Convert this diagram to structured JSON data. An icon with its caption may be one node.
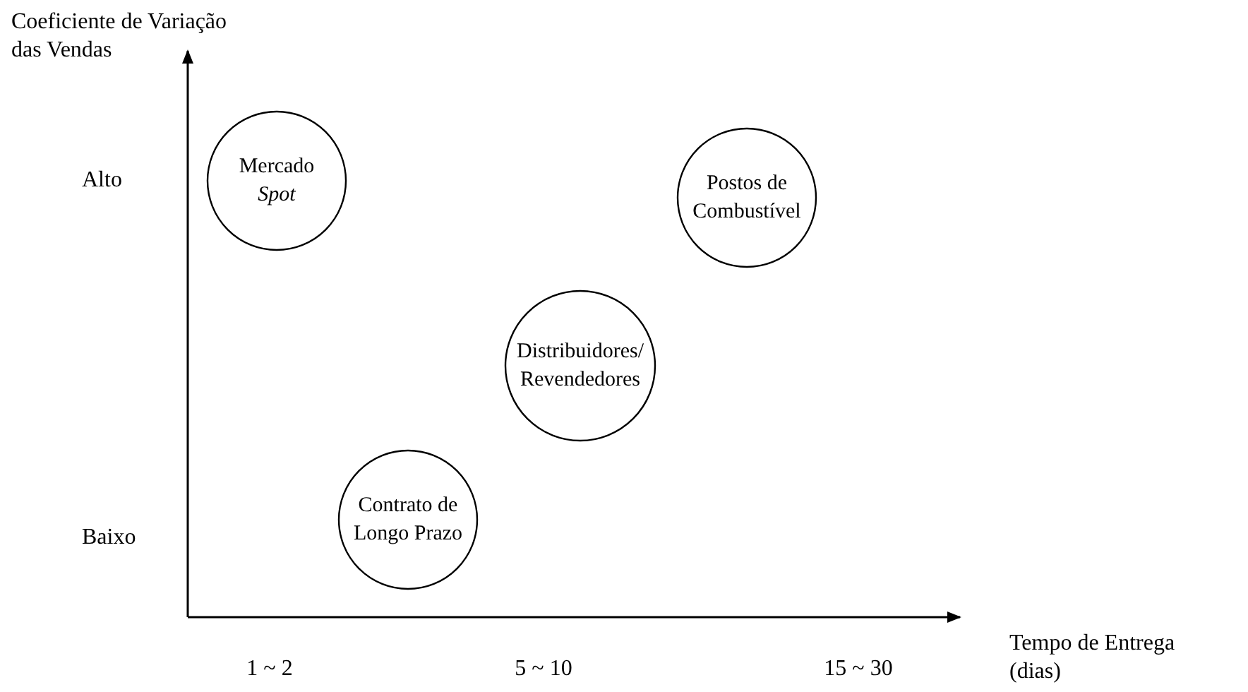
{
  "diagram": {
    "nodes": [
      {
        "text": [
          "Mercado *Spot*"
        ]
      },
      {
        "text": [
          "Postos de Combustível"
        ]
      },
      {
        "text": [
          "Distribuidores/ Revendedores"
        ]
      },
      {
        "text": [
          "Contrato de Longo Prazo"
        ]
      }
    ],
    "labels": [
      "Coeficiente de Variação das Vendas",
      "Alto",
      "Baixo",
      "Tempo de Entrega (dias)",
      "1 ~ 2",
      "5 ~ 10",
      "15 ~ 30"
    ]
  }
}
